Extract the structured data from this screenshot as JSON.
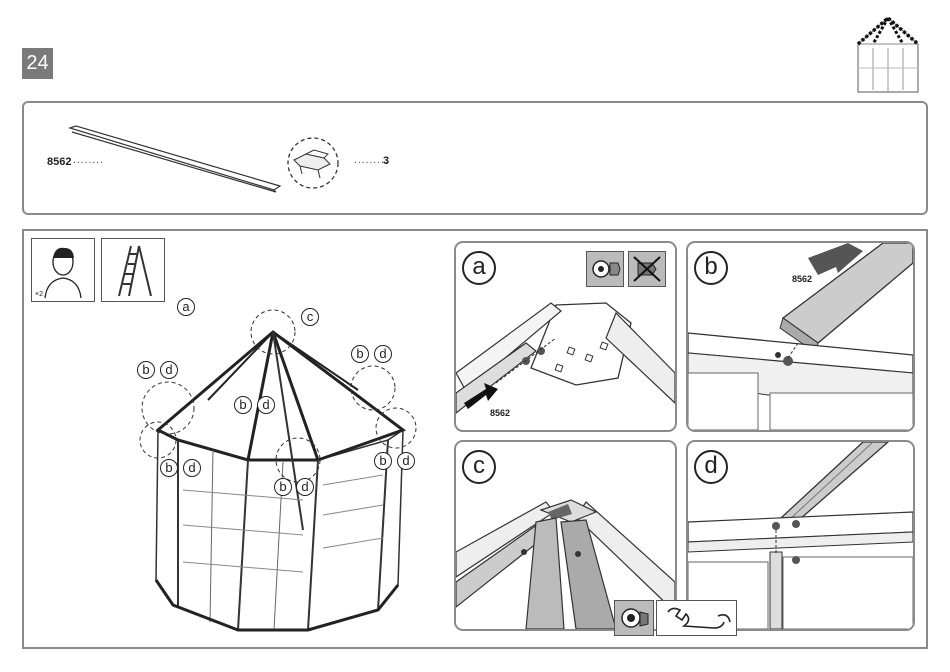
{
  "step": {
    "number": "24"
  },
  "parts": [
    {
      "code": "8562",
      "dots": "........"
    },
    {
      "dots": ".........",
      "quantity": "3"
    }
  ],
  "people": {
    "count": "×2",
    "icon": "person-icon"
  },
  "tools": {
    "ladder_icon": "ladder-icon",
    "wrench_icon": "wrench-icon"
  },
  "overview": {
    "callouts": [
      "a",
      "c",
      "b",
      "d",
      "b",
      "d",
      "b",
      "d",
      "b",
      "d",
      "b",
      "d",
      "b",
      "d"
    ]
  },
  "panels": [
    {
      "letter": "a",
      "part_code": "8562"
    },
    {
      "letter": "b",
      "part_code": "8562"
    },
    {
      "letter": "c"
    },
    {
      "letter": "d"
    }
  ]
}
